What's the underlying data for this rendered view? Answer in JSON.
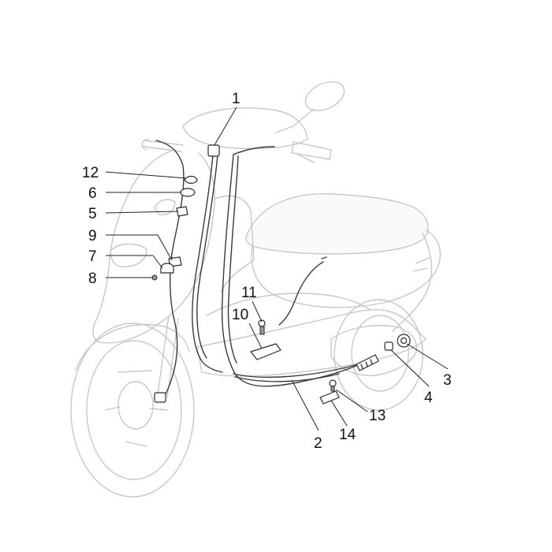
{
  "callouts": {
    "c1": "1",
    "c2": "2",
    "c3": "3",
    "c4": "4",
    "c5": "5",
    "c6": "6",
    "c7": "7",
    "c8": "8",
    "c9": "9",
    "c10": "10",
    "c11": "11",
    "c12": "12",
    "c13": "13",
    "c14": "14"
  },
  "colors": {
    "scooter_outline": "#c4c8cc",
    "cable": "#3a3a3a",
    "leader_line": "#222222",
    "text": "#111111"
  }
}
